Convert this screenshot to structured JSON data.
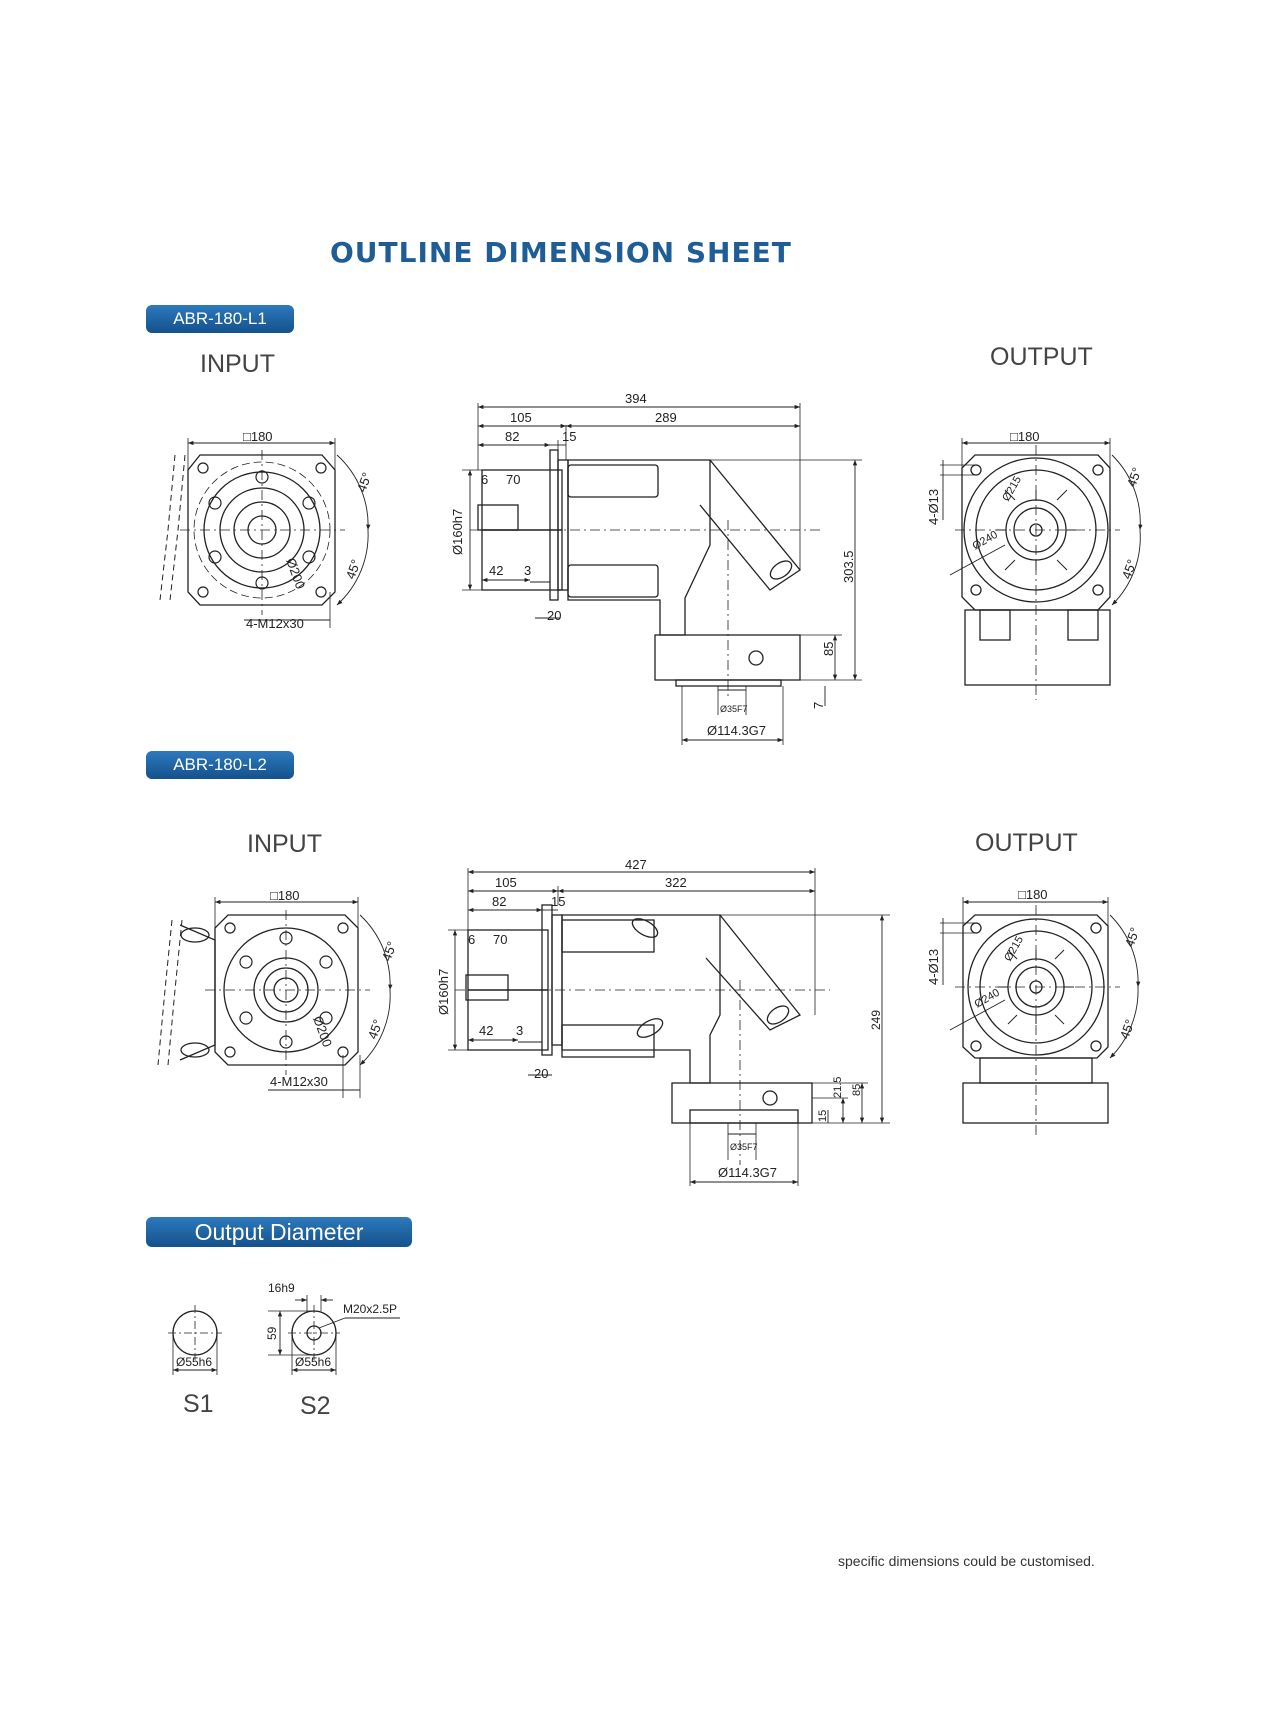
{
  "title": "OUTLINE DIMENSION SHEET",
  "sections": {
    "l1": {
      "model": "ABR-180-L1",
      "input_label": "INPUT",
      "output_label": "OUTPUT"
    },
    "l2": {
      "model": "ABR-180-L2",
      "input_label": "INPUT",
      "output_label": "OUTPUT"
    },
    "output_diameter": {
      "heading": "Output Diameter",
      "s1_label": "S1",
      "s2_label": "S2"
    }
  },
  "dims_l1": {
    "in_square": "□180",
    "in_angle_a": "45°",
    "in_angle_b": "45°",
    "in_pcd": "Ø200",
    "in_bolts": "4-M12x30",
    "total": "394",
    "d105": "105",
    "d289": "289",
    "d82": "82",
    "d15": "15",
    "d6": "6",
    "d70": "70",
    "d42": "42",
    "d3": "3",
    "d20": "20",
    "bore": "Ø160h7",
    "height": "303.5",
    "h85": "85",
    "h7": "7",
    "shaft": "Ø35F7",
    "pilot": "Ø114.3G7",
    "out_square": "□180",
    "out_holes": "4-Ø13",
    "out_d215": "Ø215",
    "out_d240": "Ø240",
    "out_angle_a": "45°",
    "out_angle_b": "45°"
  },
  "dims_l2": {
    "in_square": "□180",
    "in_angle_a": "45°",
    "in_angle_b": "45°",
    "in_pcd": "Ø200",
    "in_bolts": "4-M12x30",
    "total": "427",
    "d105": "105",
    "d322": "322",
    "d82": "82",
    "d15": "15",
    "d6": "6",
    "d70": "70",
    "d42": "42",
    "d3": "3",
    "d20": "20",
    "bore": "Ø160h7",
    "height": "249",
    "h21": "21.5",
    "h85": "85",
    "h15": "15",
    "shaft": "Ø35F7",
    "pilot": "Ø114.3G7",
    "out_square": "□180",
    "out_holes": "4-Ø13",
    "out_d215": "Ø215",
    "out_d240": "Ø240",
    "out_angle_a": "45°",
    "out_angle_b": "45°"
  },
  "shafts": {
    "s1_dia": "Ø55h6",
    "s2_dia": "Ø55h6",
    "s2_key": "16h9",
    "s2_depth": "59",
    "s2_thread": "M20x2.5P"
  },
  "footnote": "specific dimensions could be customised."
}
